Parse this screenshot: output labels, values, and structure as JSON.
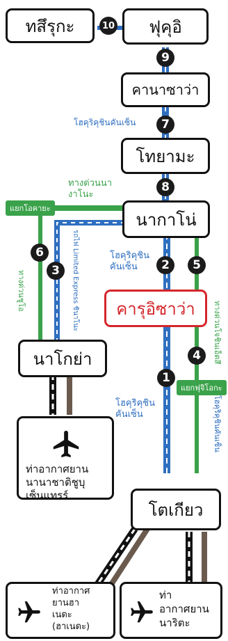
{
  "stations": {
    "tsuruga": "ทสึรุกะ",
    "fukui": "ฟุคุอิ",
    "kanazawa": "คานาซาว่า",
    "toyama": "โทยามะ",
    "nagano": "นากาโน่",
    "karuizawa": "คารุอิซาว่า",
    "nagoya": "นาโกย่า",
    "tokyo": "โตเกียว"
  },
  "airports": {
    "chubu": "ท่าอากาศยาน\nนานาชาติชูบุ\nเซ็นแทรร์",
    "haneda": "ท่าอากาศ\nยานฮา\nเนดะ\n(ฮาเนดะ)",
    "narita": "ท่า\nอากาศยาน\nนาริตะ"
  },
  "route_numbers": [
    "1",
    "2",
    "3",
    "4",
    "5",
    "6",
    "7",
    "8",
    "9",
    "10"
  ],
  "labels": {
    "hokuriku_shinkansen_7": "โฮคุริคุชินคันเซ็น",
    "green_expressway_8": "ทางด่วนนา\nงาโนะ",
    "hokuriku_shinkansen_2": "โฮคุริคุชิน\nคันเซ็น",
    "hokuriku_shinkansen_1": "โฮคุริคุชิน\nคันเซ็น",
    "limited_express": "รถไฟ Limited Express ชินาโนะ",
    "chuo_expressway": "ทางด่วนชูโอ",
    "joshinetsu_expressway": "ทางด่วนโจชินเอ็ตสึ",
    "hokuriku_shinkansen_vertical": "โฮคุริคุชินคันเซ็น",
    "okaya_jct": "แยกโอคายะ",
    "fujioka_jct": "แยกฟุจิโอกะ"
  },
  "colors": {
    "shinkansen": "#2f6fc0",
    "expressway": "#3aa24a",
    "highlight": "#d4262b",
    "rail": "#111111",
    "rail_brown": "#6b5a4e"
  },
  "icons": [
    "airplane-icon"
  ]
}
